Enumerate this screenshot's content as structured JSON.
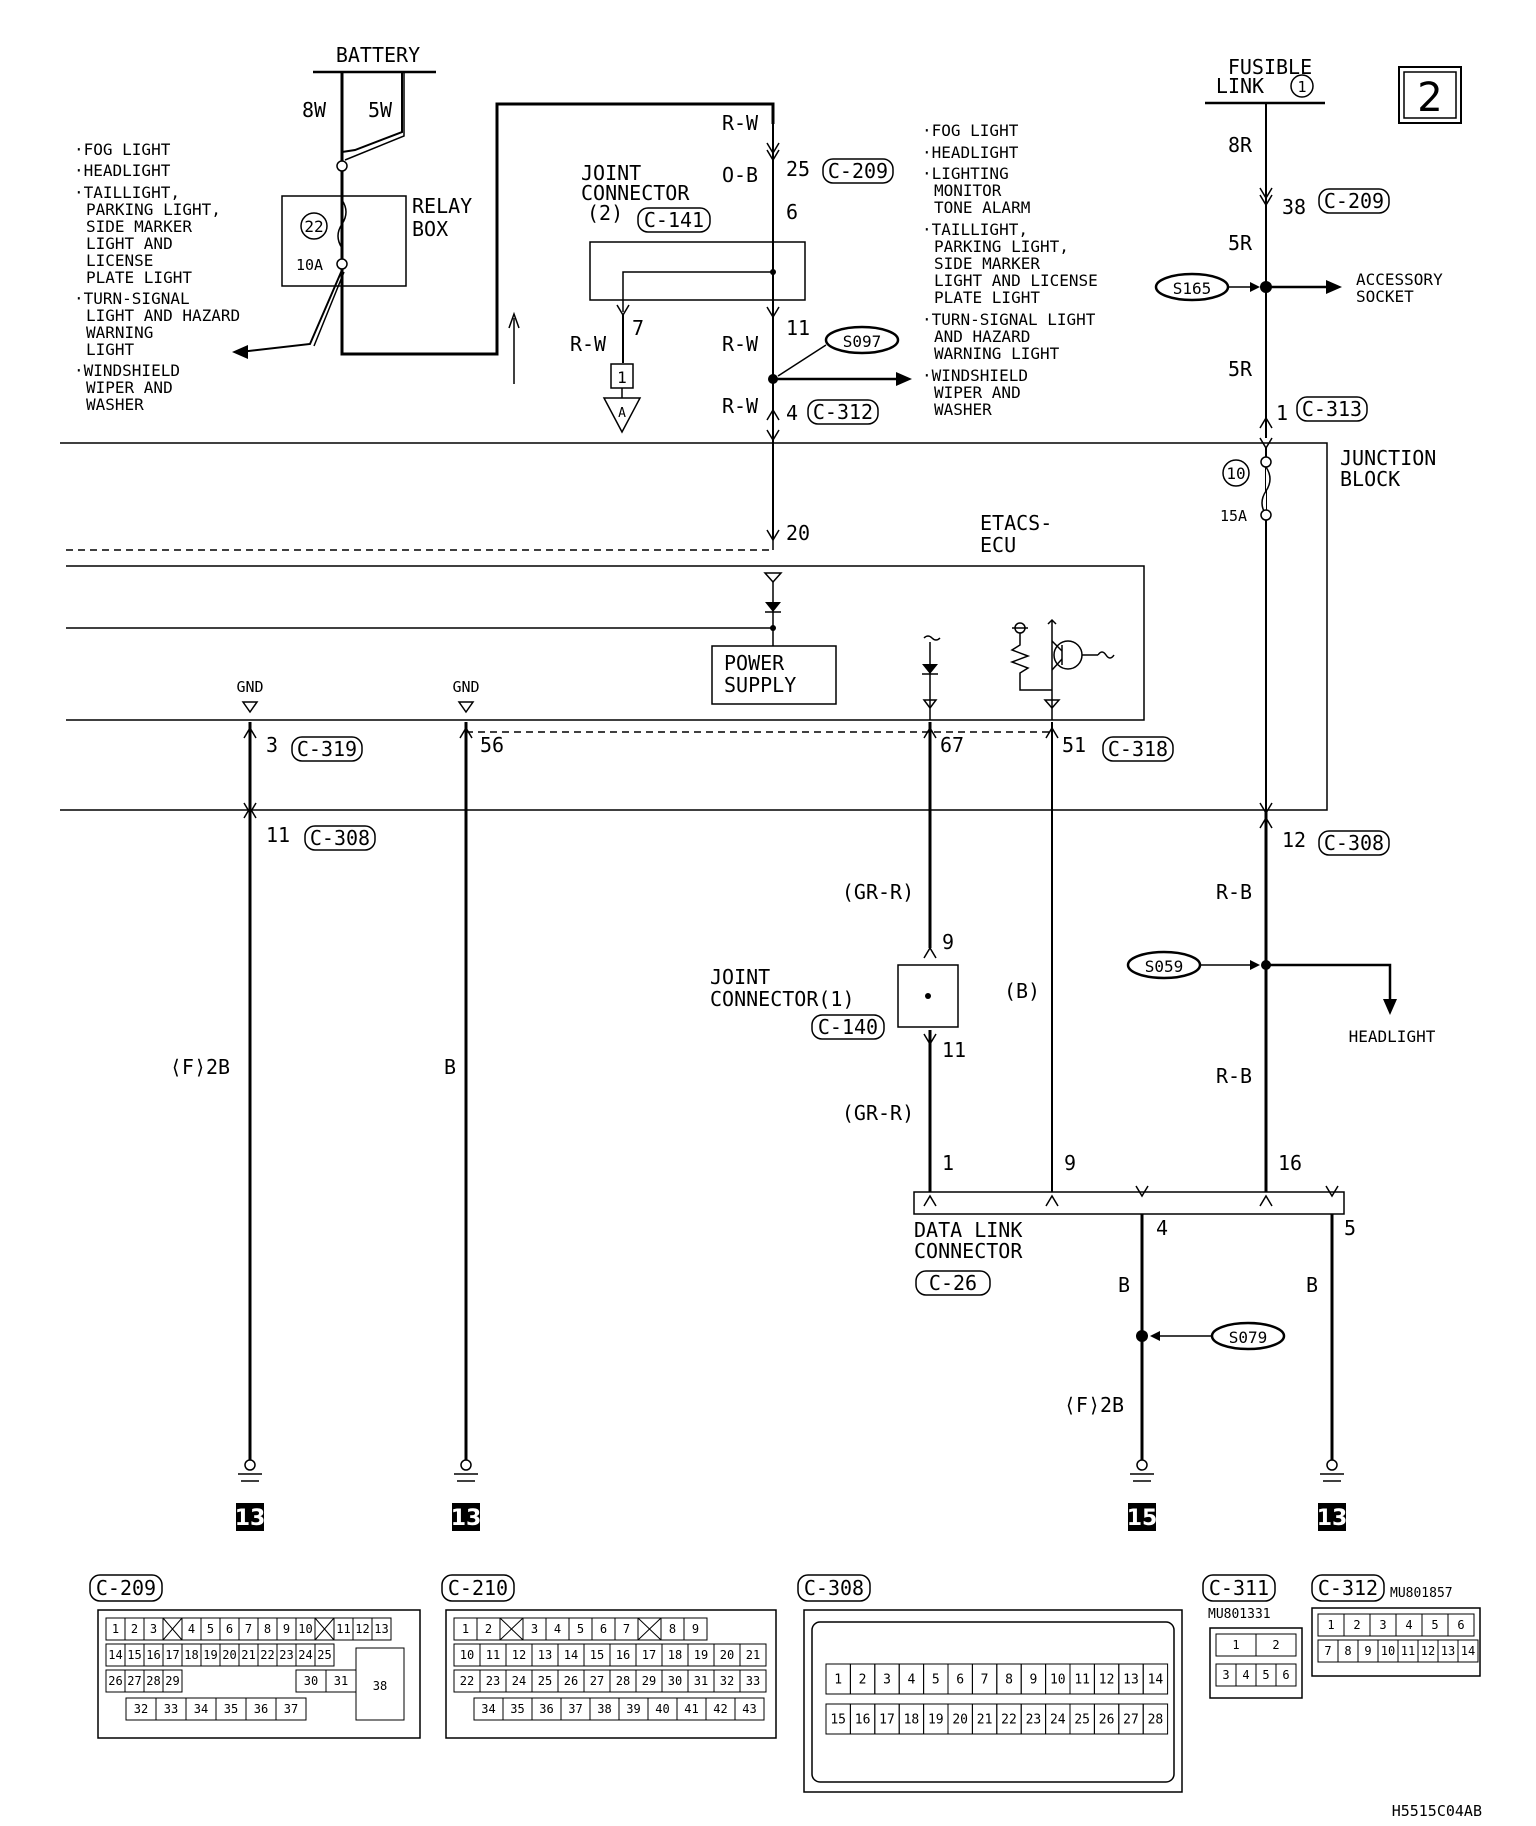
{
  "page_number": "2",
  "battery": {
    "label": "BATTERY",
    "wire_left": "8W",
    "wire_right": "5W"
  },
  "relay_box": {
    "label_1": "RELAY",
    "label_2": "BOX",
    "fuse_no": "22",
    "fuse_amp": "10A"
  },
  "left_loads": [
    "·FOG LIGHT",
    "·HEADLIGHT",
    "·TAILLIGHT,",
    "PARKING LIGHT,",
    "SIDE MARKER",
    "LIGHT AND",
    "LICENSE",
    "PLATE LIGHT",
    "·TURN-SIGNAL",
    "LIGHT AND HAZARD",
    "WARNING",
    "LIGHT",
    "·WINDSHIELD",
    "WIPER AND",
    "WASHER"
  ],
  "center_top": {
    "wire_rw_top": "R-W",
    "pin_25": "25",
    "conn_c209": "C-209",
    "wire_ob": "O-B",
    "pin_6": "6",
    "joint_label_1": "JOINT",
    "joint_label_2": "CONNECTOR",
    "joint_label_3": "(2)",
    "joint_conn": "C-141",
    "pin_7": "7",
    "wire_rw_branch": "R-W",
    "box_1": "1",
    "triangle_a": "A",
    "pin_11": "11",
    "wire_rw_mid": "R-W",
    "splice_s097": "S097",
    "wire_rw_bot": "R-W",
    "pin_4": "4",
    "conn_c312": "C-312"
  },
  "right_loads": [
    "·FOG LIGHT",
    "·HEADLIGHT",
    "·LIGHTING",
    "MONITOR",
    "TONE ALARM",
    "·TAILLIGHT,",
    "PARKING LIGHT,",
    "SIDE MARKER",
    "LIGHT AND LICENSE",
    "PLATE LIGHT",
    "·TURN-SIGNAL LIGHT",
    "AND HAZARD",
    "WARNING LIGHT",
    "·WINDSHIELD",
    "WIPER AND",
    "WASHER"
  ],
  "fusible_link": {
    "label_1": "FUSIBLE",
    "label_2": "LINK",
    "link_no": "1",
    "wire_8r": "8R",
    "pin_38": "38",
    "conn_c209": "C-209",
    "wire_5r_a": "5R",
    "splice_s165": "S165",
    "accessory_1": "ACCESSORY",
    "accessory_2": "SOCKET",
    "wire_5r_b": "5R",
    "pin_1": "1",
    "conn_c313": "C-313"
  },
  "junction_block": {
    "label_1": "JUNCTION",
    "label_2": "BLOCK",
    "fuse_no": "10",
    "fuse_amp": "15A"
  },
  "etacs": {
    "pin_20": "20",
    "label_1": "ETACS-",
    "label_2": "ECU",
    "power_1": "POWER",
    "power_2": "SUPPLY",
    "gnd_1": "GND",
    "gnd_2": "GND"
  },
  "pins_mid": {
    "pin_3": "3",
    "conn_c319": "C-319",
    "pin_56": "56",
    "pin_67": "67",
    "pin_51": "51",
    "conn_c318": "C-318",
    "pin_11": "11",
    "conn_c308_l": "C-308",
    "pin_12": "12",
    "conn_c308_r": "C-308"
  },
  "lower": {
    "wire_grr_top": "(GR-R)",
    "pin_9": "9",
    "joint1_1": "JOINT",
    "joint1_2": "CONNECTOR(1)",
    "joint1_conn": "C-140",
    "pin_11b": "11",
    "wire_grr_bot": "(GR-R)",
    "wire_b_mid": "(B)",
    "wire_f2b_left": "⟨F⟩2B",
    "wire_b_left": "B",
    "wire_rb_top": "R-B",
    "splice_s059": "S059",
    "headlight": "HEADLIGHT",
    "wire_rb_bot": "R-B",
    "dlc_pin_1": "1",
    "dlc_pin_9": "9",
    "dlc_pin_16": "16",
    "dlc_pin_4": "4",
    "dlc_pin_5": "5",
    "dlc_1": "DATA LINK",
    "dlc_2": "CONNECTOR",
    "dlc_conn": "C-26",
    "wire_b_4": "B",
    "wire_b_5": "B",
    "splice_s079": "S079",
    "wire_f2b_right": "⟨F⟩2B"
  },
  "grounds": [
    "13",
    "13",
    "15",
    "13"
  ],
  "connectors": {
    "c209": {
      "name": "C-209",
      "row1": [
        "1",
        "2",
        "3",
        "X",
        "4",
        "5",
        "6",
        "7",
        "8",
        "9",
        "10",
        "X",
        "11",
        "12",
        "13"
      ],
      "row2": [
        "14",
        "15",
        "16",
        "17",
        "18",
        "19",
        "20",
        "21",
        "22",
        "23",
        "24",
        "25"
      ],
      "row3": [
        "26",
        "27",
        "28",
        "29",
        "30",
        "31"
      ],
      "row4": [
        "32",
        "33",
        "34",
        "35",
        "36",
        "37"
      ],
      "big": "38"
    },
    "c210": {
      "name": "C-210",
      "row1": [
        "1",
        "2",
        "X",
        "3",
        "4",
        "5",
        "6",
        "7",
        "X",
        "8",
        "9"
      ],
      "row2": [
        "10",
        "11",
        "12",
        "13",
        "14",
        "15",
        "16",
        "17",
        "18",
        "19",
        "20",
        "21"
      ],
      "row3": [
        "22",
        "23",
        "24",
        "25",
        "26",
        "27",
        "28",
        "29",
        "30",
        "31",
        "32",
        "33"
      ],
      "row4": [
        "34",
        "35",
        "36",
        "37",
        "38",
        "39",
        "40",
        "41",
        "42",
        "43"
      ]
    },
    "c308": {
      "name": "C-308",
      "row1": [
        "1",
        "2",
        "3",
        "4",
        "5",
        "6",
        "7",
        "8",
        "9",
        "10",
        "11",
        "12",
        "13",
        "14"
      ],
      "row2": [
        "15",
        "16",
        "17",
        "18",
        "19",
        "20",
        "21",
        "22",
        "23",
        "24",
        "25",
        "26",
        "27",
        "28"
      ]
    },
    "c311": {
      "name": "C-311",
      "part": "MU801331",
      "row1": [
        "1",
        "2"
      ],
      "row2": [
        "3",
        "4",
        "5",
        "6"
      ]
    },
    "c312": {
      "name": "C-312",
      "part": "MU801857",
      "row1": [
        "1",
        "2",
        "3",
        "4",
        "5",
        "6"
      ],
      "row2": [
        "7",
        "8",
        "9",
        "10",
        "11",
        "12",
        "13",
        "14"
      ]
    }
  },
  "figure_code": "H5515C04AB"
}
